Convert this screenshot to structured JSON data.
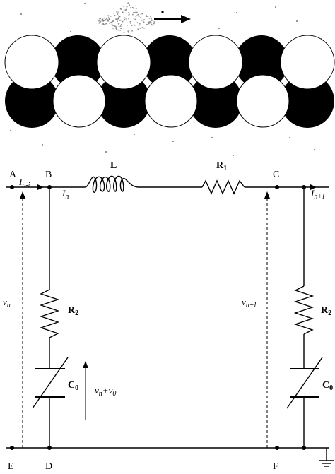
{
  "nodes": {
    "A": "A",
    "B": "B",
    "C": "C",
    "D": "D",
    "E": "E",
    "F": "F"
  },
  "components": {
    "inductor": "L",
    "r1_main": "R",
    "r1_sub": "1",
    "r2_left_main": "R",
    "r2_left_sub": "2",
    "r2_right_main": "R",
    "r2_right_sub": "2",
    "c0_left_main": "C",
    "c0_left_sub": "0",
    "c0_right_main": "C",
    "c0_right_sub": "0"
  },
  "currents": {
    "i_n_minus": {
      "main": "I",
      "sub": "n-i"
    },
    "i_n": {
      "main": "I",
      "sub": "n"
    },
    "i_n_plus": {
      "main": "I",
      "sub": "n+l"
    }
  },
  "voltages": {
    "v_n": {
      "main": "v",
      "sub": "n"
    },
    "v_n_plus": {
      "main": "v",
      "sub": "n+l"
    },
    "v_sum": {
      "main": "v",
      "sub1": "n",
      "plus": "+",
      "main2": "v",
      "sub2": "0"
    }
  },
  "colors": {
    "line": "#000000",
    "background": "#ffffff",
    "dots": "#8a8a8a"
  }
}
